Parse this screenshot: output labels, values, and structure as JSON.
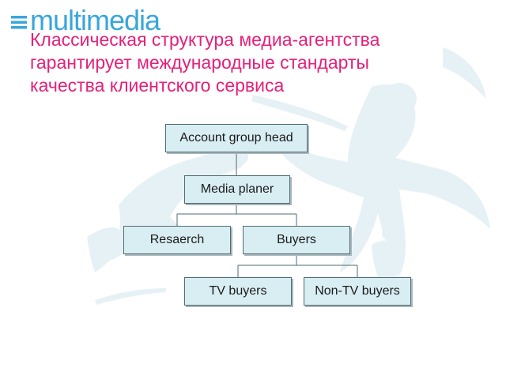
{
  "logo": {
    "text": "multimedia",
    "color": "#3aa6dc"
  },
  "headline": {
    "lines": [
      "Классическая структура медиа-агентства",
      "гарантирует международные стандарты",
      "качества клиентского сервиса"
    ],
    "color": "#e5207a"
  },
  "org_chart": {
    "nodes": {
      "account_group_head": "Account group head",
      "media_planer": "Media planer",
      "research": "Resaerch",
      "buyers": "Buyers",
      "tv_buyers": "TV buyers",
      "non_tv_buyers": "Non-TV buyers"
    },
    "node_fill": "#d9eef3",
    "node_border": "#4f6b73"
  }
}
